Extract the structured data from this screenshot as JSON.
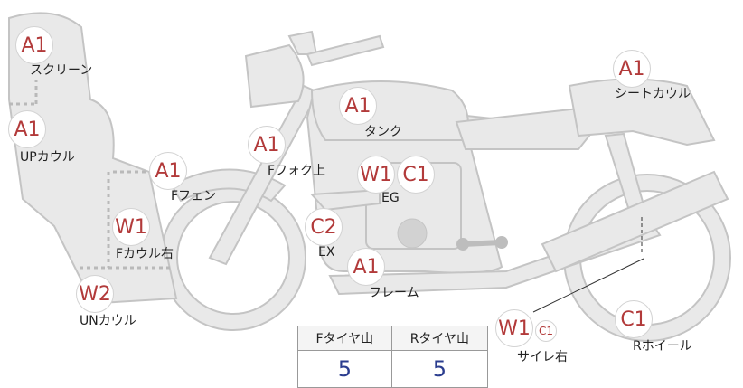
{
  "badges": {
    "screen": "A1",
    "upper_cowl": "A1",
    "front_fender": "A1",
    "fork_upper": "A1",
    "tank": "A1",
    "seat_cowl": "A1",
    "engine_w": "W1",
    "engine_c": "C1",
    "cowl_right": "W1",
    "exhaust": "C2",
    "frame": "A1",
    "under_cowl": "W2",
    "silencer_w": "W1",
    "silencer_c": "C1",
    "rear_wheel": "C1"
  },
  "labels": {
    "screen": "スクリーン",
    "upper_cowl": "UPカウル",
    "front_fender": "Fフェン",
    "fork_upper": "Fフォク上",
    "tank": "タンク",
    "seat_cowl": "シートカウル",
    "engine": "EG",
    "cowl_right": "Fカウル右",
    "exhaust": "EX",
    "frame": "フレーム",
    "under_cowl": "UNカウル",
    "silencer": "サイレ右",
    "rear_wheel": "Rホイール"
  },
  "tread_table": {
    "front_header": "Fタイヤ山",
    "rear_header": "Rタイヤ山",
    "front_value": "5",
    "rear_value": "5"
  }
}
